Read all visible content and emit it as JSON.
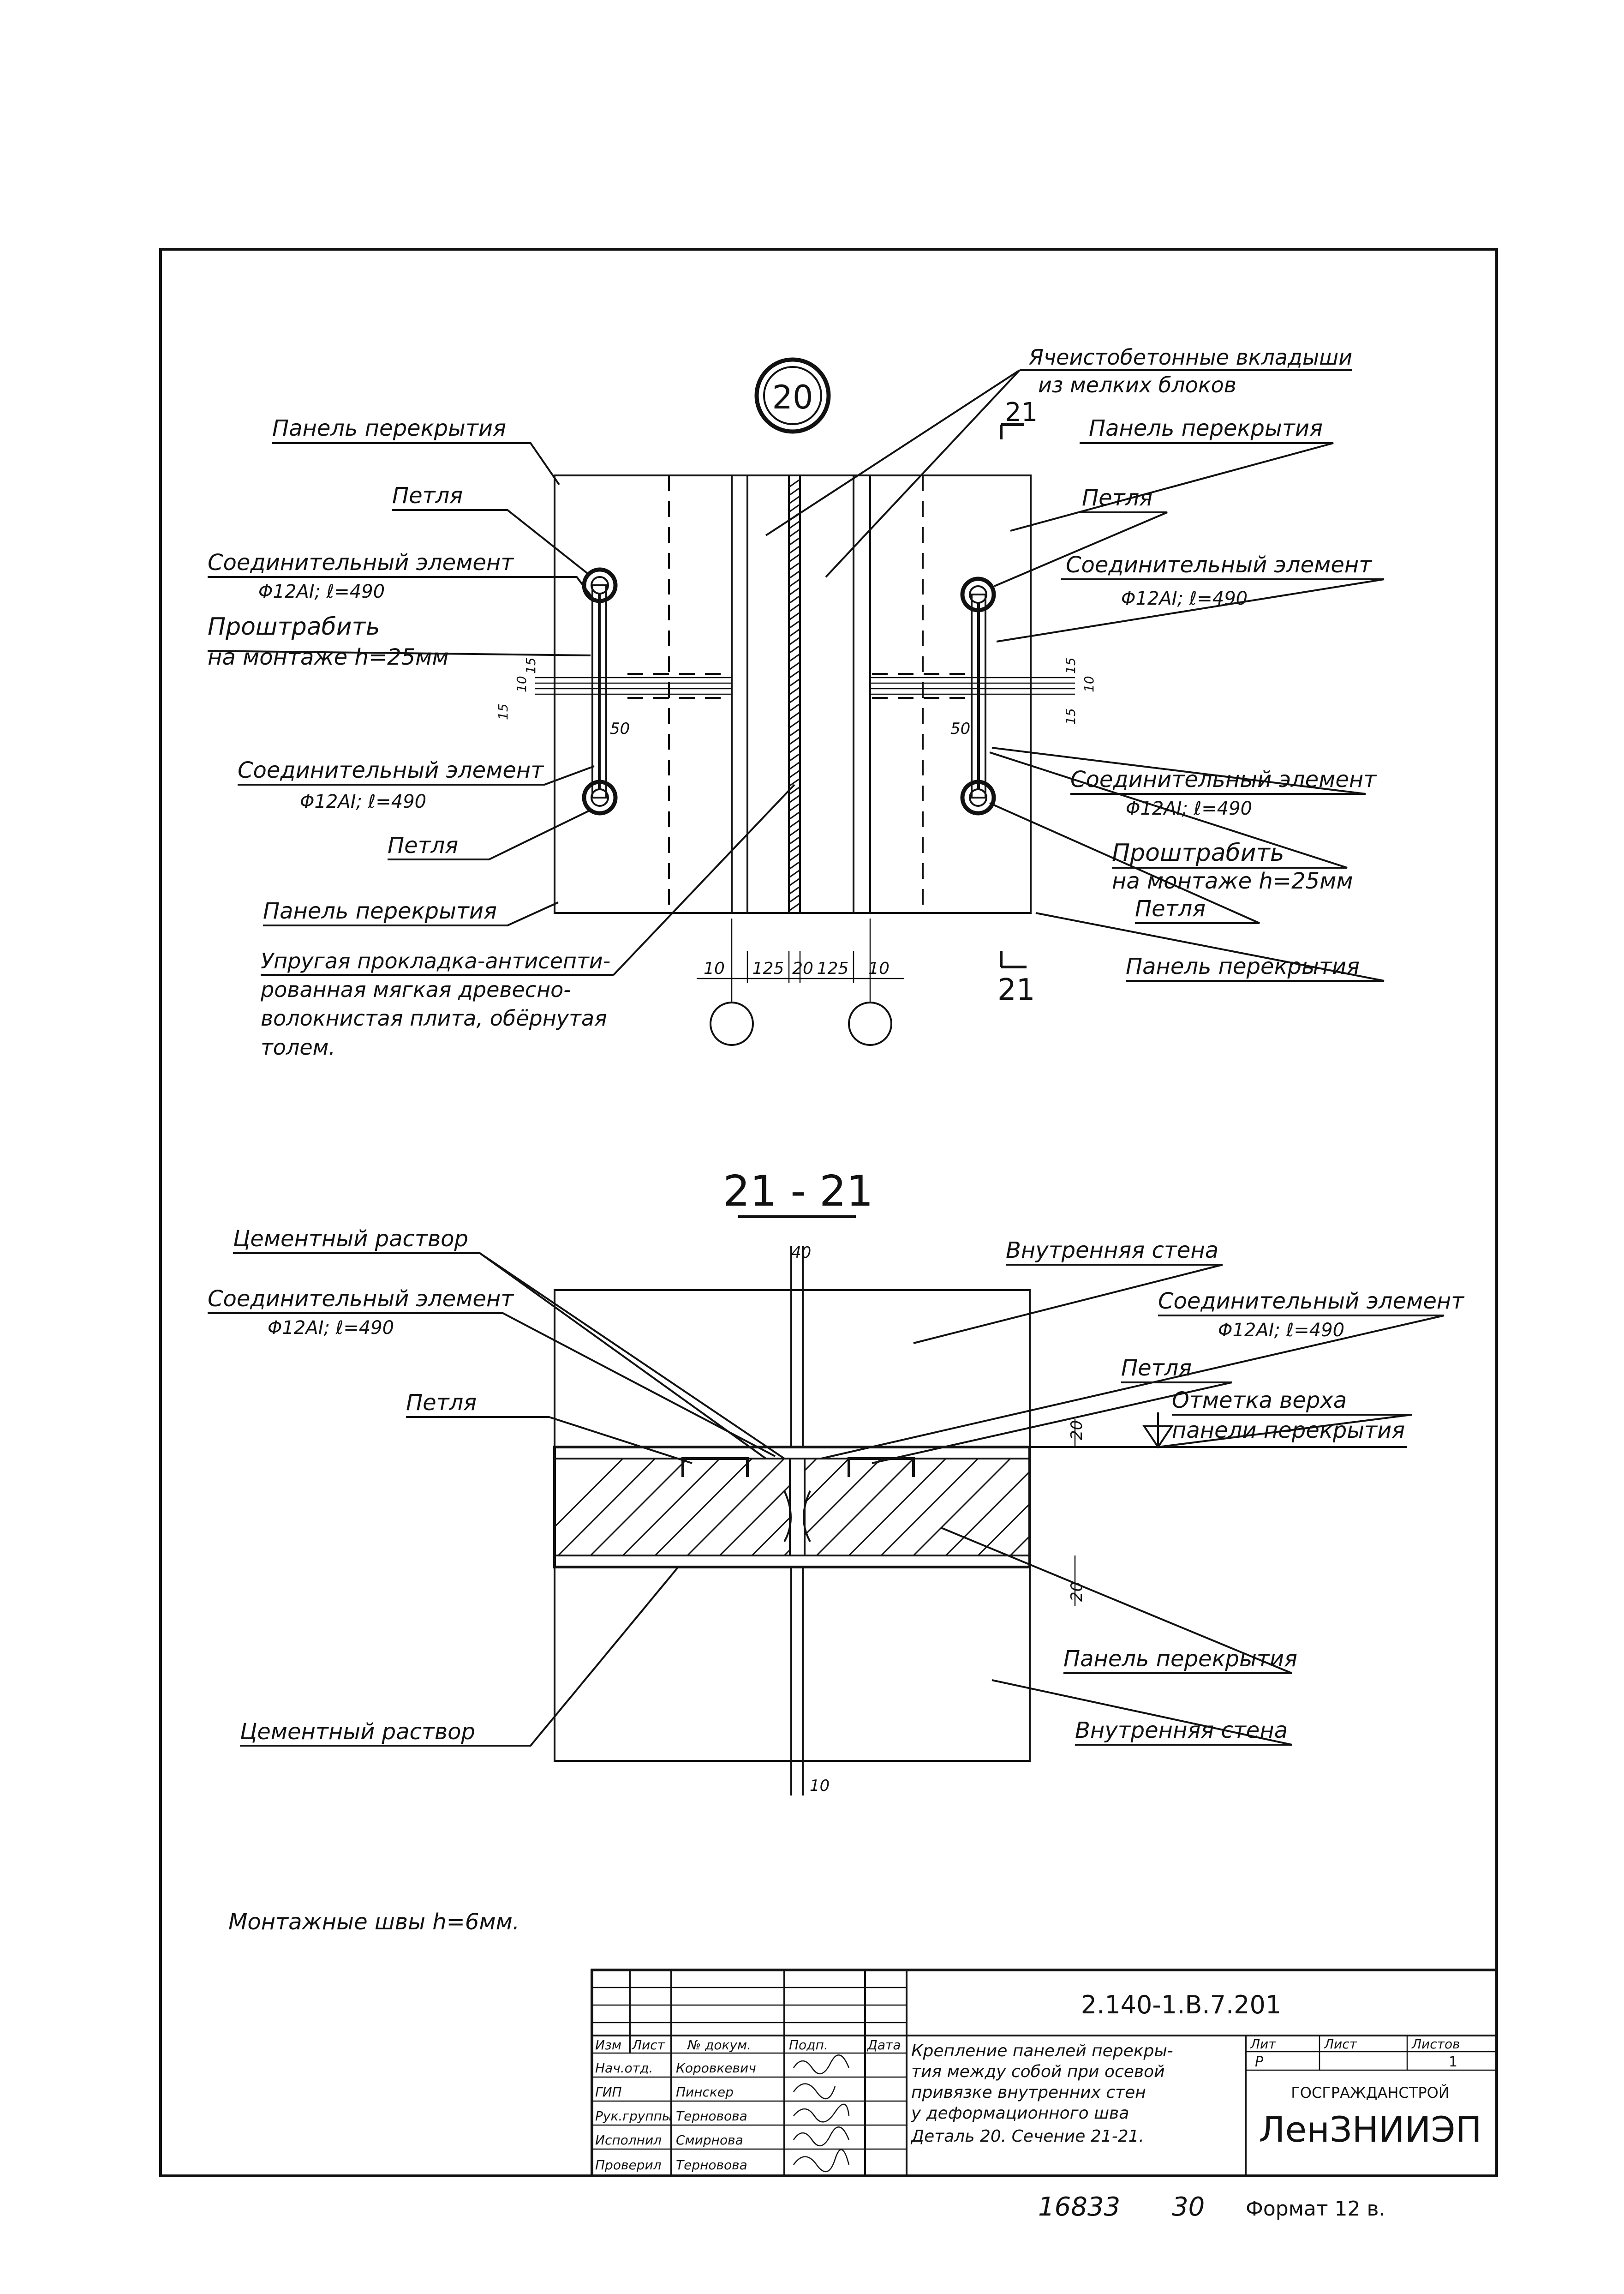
{
  "detail20": {
    "marker": "20",
    "labels": {
      "yacheist": "Ячеистобетонные вкладыши",
      "yacheist2": "из мелких блоков",
      "panel_tl": "Панель перекрытия",
      "panel_tr": "Панель перекрытия",
      "petlya_l1": "Петля",
      "petlya_r1": "Петля",
      "soed_l1": "Соединительный элемент",
      "soed_l1_sub": "Φ12АI; ℓ=490",
      "proshtr_l": "Проштрабить",
      "proshtr_l2": "на монтаже h=25мм",
      "soed_r1": "Соединительный элемент",
      "soed_r1_sub": "Φ12АI; ℓ=490",
      "soed_l2": "Соединительный элемент",
      "soed_l2_sub": "Φ12АI; ℓ=490",
      "petlya_l2": "Петля",
      "panel_bl": "Панель перекрытия",
      "soed_r2": "Соединительный элемент",
      "soed_r2_sub": "Φ12АI; ℓ=490",
      "proshtr_r": "Проштрабить",
      "proshtr_r2": "на монтаже h=25мм",
      "petlya_r2": "Петля",
      "panel_br": "Панель перекрытия",
      "uprug1": "Упругая прокладка-антисепти-",
      "uprug2": "рованная мягкая древесно-",
      "uprug3": "волокнистая плита, обёрнутая",
      "uprug4": "толем."
    },
    "dims": {
      "d10a": "10",
      "d125a": "125",
      "d20": "20",
      "d125b": "125",
      "d10b": "10",
      "d15a": "15",
      "d10c": "10",
      "d15b": "15",
      "d50a": "50",
      "d15c": "15",
      "d10d": "10",
      "d15d": "15",
      "d50b": "50"
    },
    "section_mark": "21"
  },
  "section21": {
    "title": "21 - 21",
    "labels": {
      "cement1": "Цементный раствор",
      "soed": "Соединительный элемент",
      "soed_sub": "Φ12АI; ℓ=490",
      "petlya_l": "Петля",
      "cement2": "Цементный раствор",
      "vnutr_top": "Внутренняя стена",
      "soed_r": "Соединительный элемент",
      "soed_r_sub": "Φ12АI; ℓ=490",
      "petlya_r": "Петля",
      "otmetka1": "Отметка верха",
      "otmetka2": "панели перекрытия",
      "panel": "Панель перекрытия",
      "vnutr_bot": "Внутренняя стена"
    },
    "dims": {
      "d40": "40",
      "d20a": "20",
      "d20b": "20",
      "d10": "10"
    }
  },
  "note": "Монтажные швы h=6мм.",
  "title_block": {
    "code": "2.140-1.В.7.201",
    "head": [
      "Изм",
      "Лист",
      "№ докум.",
      "Подп.",
      "Дата"
    ],
    "rows": [
      {
        "role": "Нач.отд.",
        "name": "Коровкевич"
      },
      {
        "role": "ГИП",
        "name": "Пинскер"
      },
      {
        "role": "Рук.группы",
        "name": "Терновова"
      },
      {
        "role": "Исполнил",
        "name": "Смирнова"
      },
      {
        "role": "Проверил",
        "name": "Терновова"
      }
    ],
    "description": [
      "Крепление панелей перекры-",
      "тия между собой при осевой",
      "привязке внутренних стен",
      "у деформационного шва",
      "Деталь 20. Сечение 21-21."
    ],
    "lit_head": "Лит",
    "sheet_head": "Лист",
    "sheets_head": "Листов",
    "lit": "Р",
    "sheets": "1",
    "org1": "ГОСГРАЖДАНСТРОЙ",
    "org2": "ЛенЗНИИЭП"
  },
  "footer": {
    "num": "16833",
    "num2": "30",
    "format": "Формат 12 в."
  }
}
